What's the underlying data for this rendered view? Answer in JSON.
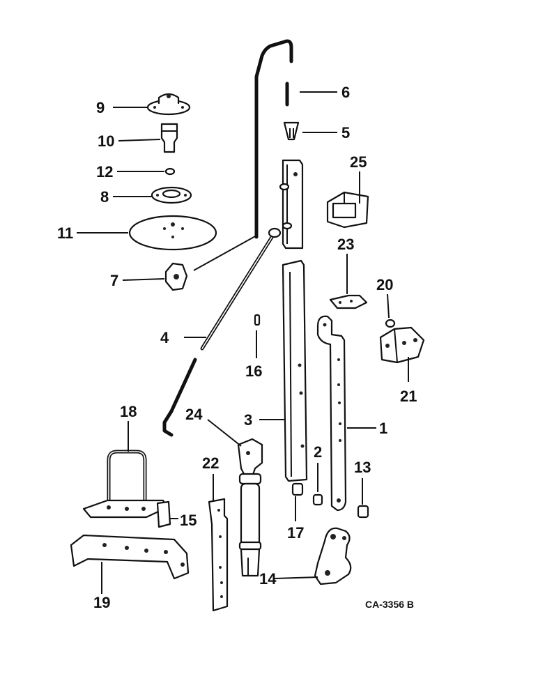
{
  "callouts": {
    "c1": "1",
    "c2": "2",
    "c3": "3",
    "c4": "4",
    "c5": "5",
    "c6": "6",
    "c7": "7",
    "c8": "8",
    "c9": "9",
    "c10": "10",
    "c11": "11",
    "c12": "12",
    "c13": "13",
    "c14": "14",
    "c15": "15",
    "c16": "16",
    "c17": "17",
    "c18": "18",
    "c19": "19",
    "c20": "20",
    "c21": "21",
    "c22": "22",
    "c23": "23",
    "c24": "24",
    "c25": "25"
  },
  "figure_code": "CA-3356 B"
}
